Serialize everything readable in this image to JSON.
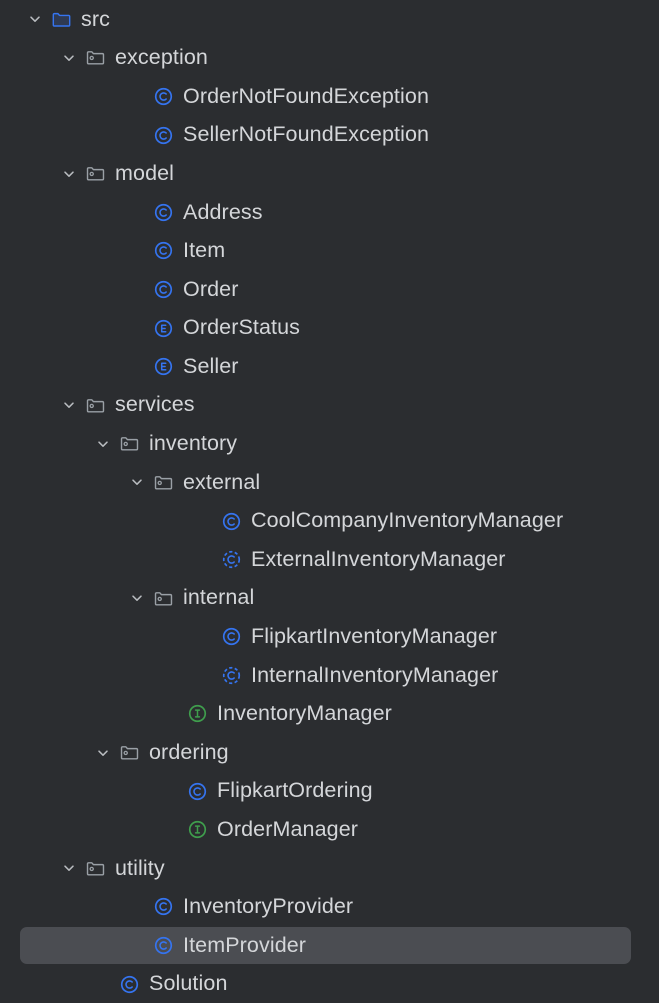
{
  "panel": {
    "name": "project-tree",
    "background_color": "#2b2d30",
    "text_color": "#d4d6d9",
    "selection_color": "#4b4d52"
  },
  "icon_colors": {
    "source_folder": "#3574f0",
    "package_folder": "#9aa0a6",
    "class": "#3574f0",
    "abstract_class": "#3574f0",
    "enum": "#3574f0",
    "interface": "#3f9e4d"
  },
  "tree": [
    {
      "label": "src",
      "icon": "source-folder-icon",
      "depth": 1,
      "expandable": true,
      "expanded": true,
      "selected": false
    },
    {
      "label": "exception",
      "icon": "package-folder-icon",
      "depth": 2,
      "expandable": true,
      "expanded": true,
      "selected": false
    },
    {
      "label": "OrderNotFoundException",
      "icon": "class-icon",
      "depth": 4,
      "expandable": false,
      "expanded": false,
      "selected": false
    },
    {
      "label": "SellerNotFoundException",
      "icon": "class-icon",
      "depth": 4,
      "expandable": false,
      "expanded": false,
      "selected": false
    },
    {
      "label": "model",
      "icon": "package-folder-icon",
      "depth": 2,
      "expandable": true,
      "expanded": true,
      "selected": false
    },
    {
      "label": "Address",
      "icon": "class-icon",
      "depth": 4,
      "expandable": false,
      "expanded": false,
      "selected": false
    },
    {
      "label": "Item",
      "icon": "class-icon",
      "depth": 4,
      "expandable": false,
      "expanded": false,
      "selected": false
    },
    {
      "label": "Order",
      "icon": "class-icon",
      "depth": 4,
      "expandable": false,
      "expanded": false,
      "selected": false
    },
    {
      "label": "OrderStatus",
      "icon": "enum-icon",
      "depth": 4,
      "expandable": false,
      "expanded": false,
      "selected": false
    },
    {
      "label": "Seller",
      "icon": "enum-icon",
      "depth": 4,
      "expandable": false,
      "expanded": false,
      "selected": false
    },
    {
      "label": "services",
      "icon": "package-folder-icon",
      "depth": 2,
      "expandable": true,
      "expanded": true,
      "selected": false
    },
    {
      "label": "inventory",
      "icon": "package-folder-icon",
      "depth": 3,
      "expandable": true,
      "expanded": true,
      "selected": false
    },
    {
      "label": "external",
      "icon": "package-folder-icon",
      "depth": 4,
      "expandable": true,
      "expanded": true,
      "selected": false
    },
    {
      "label": "CoolCompanyInventoryManager",
      "icon": "class-icon",
      "depth": 6,
      "expandable": false,
      "expanded": false,
      "selected": false
    },
    {
      "label": "ExternalInventoryManager",
      "icon": "abstract-class-icon",
      "depth": 6,
      "expandable": false,
      "expanded": false,
      "selected": false
    },
    {
      "label": "internal",
      "icon": "package-folder-icon",
      "depth": 4,
      "expandable": true,
      "expanded": true,
      "selected": false
    },
    {
      "label": "FlipkartInventoryManager",
      "icon": "class-icon",
      "depth": 6,
      "expandable": false,
      "expanded": false,
      "selected": false
    },
    {
      "label": "InternalInventoryManager",
      "icon": "abstract-class-icon",
      "depth": 6,
      "expandable": false,
      "expanded": false,
      "selected": false
    },
    {
      "label": "InventoryManager",
      "icon": "interface-icon",
      "depth": 5,
      "expandable": false,
      "expanded": false,
      "selected": false
    },
    {
      "label": "ordering",
      "icon": "package-folder-icon",
      "depth": 3,
      "expandable": true,
      "expanded": true,
      "selected": false
    },
    {
      "label": "FlipkartOrdering",
      "icon": "class-icon",
      "depth": 5,
      "expandable": false,
      "expanded": false,
      "selected": false
    },
    {
      "label": "OrderManager",
      "icon": "interface-icon",
      "depth": 5,
      "expandable": false,
      "expanded": false,
      "selected": false
    },
    {
      "label": "utility",
      "icon": "package-folder-icon",
      "depth": 2,
      "expandable": true,
      "expanded": true,
      "selected": false
    },
    {
      "label": "InventoryProvider",
      "icon": "class-icon",
      "depth": 4,
      "expandable": false,
      "expanded": false,
      "selected": false
    },
    {
      "label": "ItemProvider",
      "icon": "class-icon",
      "depth": 4,
      "expandable": false,
      "expanded": false,
      "selected": true
    },
    {
      "label": "Solution",
      "icon": "class-icon",
      "depth": 3,
      "expandable": false,
      "expanded": false,
      "selected": false
    }
  ]
}
